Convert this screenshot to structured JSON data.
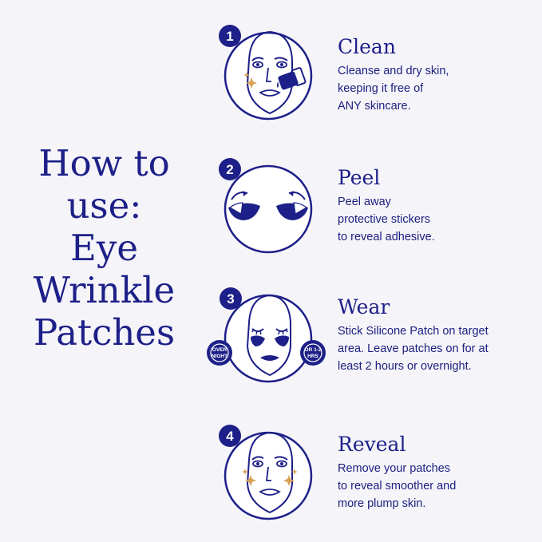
{
  "title_lines": [
    "How to",
    "use:",
    "Eye",
    "Wrinkle",
    "Patches"
  ],
  "colors": {
    "navy": "#1d2088",
    "background": "#f5f4f9",
    "accent": "#d9a25a"
  },
  "steps": [
    {
      "number": "1",
      "heading": "Clean",
      "body": "Cleanse and dry skin,\nkeeping it free of\nANY skincare.",
      "icon": "face-with-sponge-icon"
    },
    {
      "number": "2",
      "heading": "Peel",
      "body": "Peel away\nprotective stickers\nto reveal adhesive.",
      "icon": "peel-patches-icon"
    },
    {
      "number": "3",
      "heading": "Wear",
      "body": "Stick Silicone Patch on target\narea. Leave patches on for at\nleast 2 hours or overnight.",
      "icon": "face-wearing-patches-icon",
      "badges": {
        "left_line1": "OVER",
        "left_line2": "NIGHT",
        "right_line1": "OR 1-2",
        "right_line2": "HRS"
      }
    },
    {
      "number": "4",
      "heading": "Reveal",
      "body": "Remove your patches\nto reveal smoother and\nmore plump skin.",
      "icon": "face-sparkle-icon"
    }
  ]
}
